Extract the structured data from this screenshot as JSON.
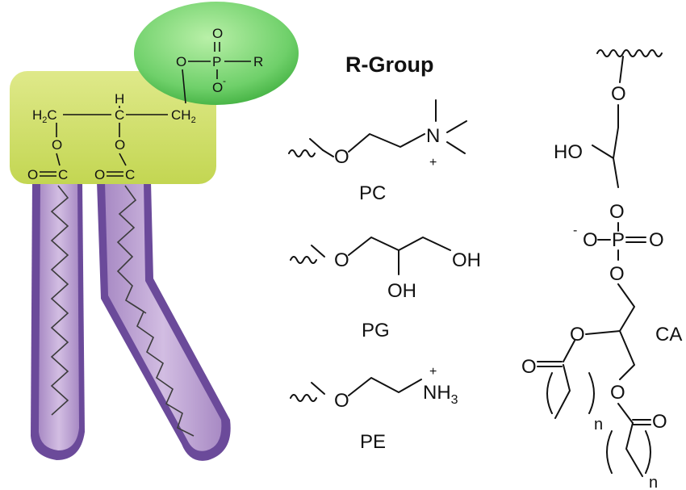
{
  "lipid": {
    "head_phosphate": {
      "p": "P",
      "o_dbl": "O",
      "o_minus": "O",
      "minus": "-",
      "o_link": "O",
      "r": "R"
    },
    "backbone": {
      "h2c": "H2C",
      "h": "H",
      "c": "C",
      "ch2": "CH2"
    },
    "esters": {
      "o": "O",
      "c": "C",
      "eq": "="
    },
    "colors": {
      "head": "#6fd06a",
      "glycerol": "#c9dc5c",
      "tail": "#b99ad0",
      "tail_edge": "#6b4a9a"
    }
  },
  "rgroup": {
    "heading": "R-Group",
    "pc": {
      "label": "PC",
      "o": "O",
      "n": "N",
      "plus": "+"
    },
    "pg": {
      "label": "PG",
      "o": "O",
      "oh1": "OH",
      "oh2": "OH"
    },
    "pe": {
      "label": "PE",
      "o": "O",
      "nh": "NH",
      "sub": "3",
      "plus": "+"
    }
  },
  "ca": {
    "label": "CA",
    "o1": "O",
    "ho": "HO",
    "o2": "O",
    "minus": "-",
    "o3": "O",
    "p": "P",
    "o4": "O",
    "o5": "O",
    "o6": "O",
    "o7": "O",
    "o8": "O",
    "o9": "O",
    "n1": "n",
    "n2": "n"
  }
}
